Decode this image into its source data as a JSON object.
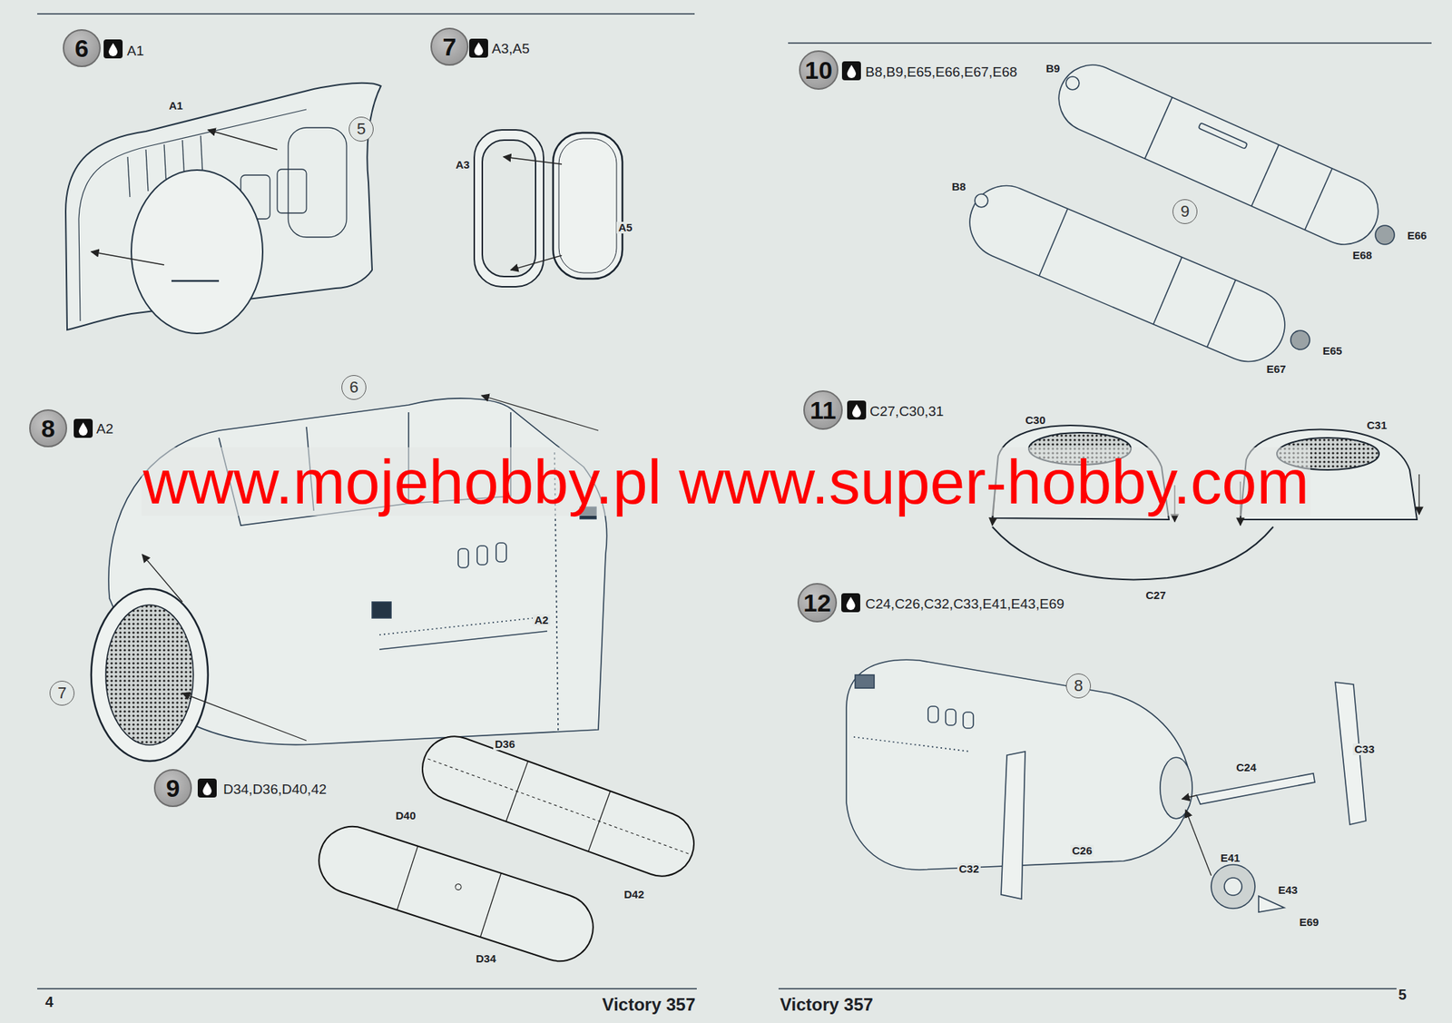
{
  "diagram": {
    "nodes": [
      {
        "text": [
          "6"
        ]
      },
      {
        "text": [
          "5"
        ]
      },
      {
        "text": [
          "7"
        ]
      },
      {
        "text": [
          "6"
        ]
      },
      {
        "text": [
          "8"
        ]
      },
      {
        "text": [
          "7"
        ]
      },
      {
        "text": [
          "9"
        ]
      },
      {
        "text": [
          "10"
        ]
      },
      {
        "text": [
          "9"
        ]
      },
      {
        "text": [
          "11"
        ]
      },
      {
        "text": [
          "12"
        ]
      },
      {
        "text": [
          "8"
        ]
      }
    ],
    "labels": [
      "A1",
      "A1",
      "A3,A5",
      "A3",
      "A5",
      "A2",
      "A2",
      "D34,D36,D40,42",
      "D36",
      "D40",
      "D42",
      "D34",
      "B8,B9,E65,E66,E67,E68",
      "B9",
      "B8",
      "E66",
      "E68",
      "E65",
      "E67",
      "C27,C30,31",
      "C30",
      "C31",
      "C27",
      "C24,C26,C32,C33,E41,E43,E69",
      "C24",
      "C33",
      "C32",
      "C26",
      "E41",
      "E43",
      "E69",
      "www.mojehobby.pl www.super-hobby.com",
      "4",
      "Victory 357",
      "Victory 357",
      "5"
    ]
  }
}
